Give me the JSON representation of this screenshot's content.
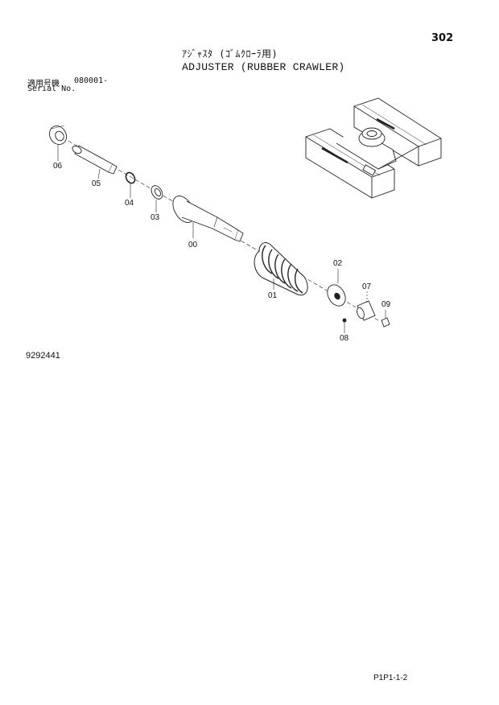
{
  "page_number": "302",
  "title_jp": "ｱｼﾞｬｽﾀ (ｺﾞﾑｸﾛｰﾗ用)",
  "title_en": "ADJUSTER (RUBBER CRAWLER)",
  "serial_label_jp": "適用号機",
  "serial_value": "080001-",
  "serial_label_en": "Serial No.",
  "document_number": "9292441",
  "page_code": "P1P1-1-2",
  "parts": [
    {
      "number": "06"
    },
    {
      "number": "05"
    },
    {
      "number": "04"
    },
    {
      "number": "03"
    },
    {
      "number": "00"
    },
    {
      "number": "01"
    },
    {
      "number": "02"
    },
    {
      "number": "07"
    },
    {
      "number": "09"
    },
    {
      "number": "08"
    }
  ]
}
